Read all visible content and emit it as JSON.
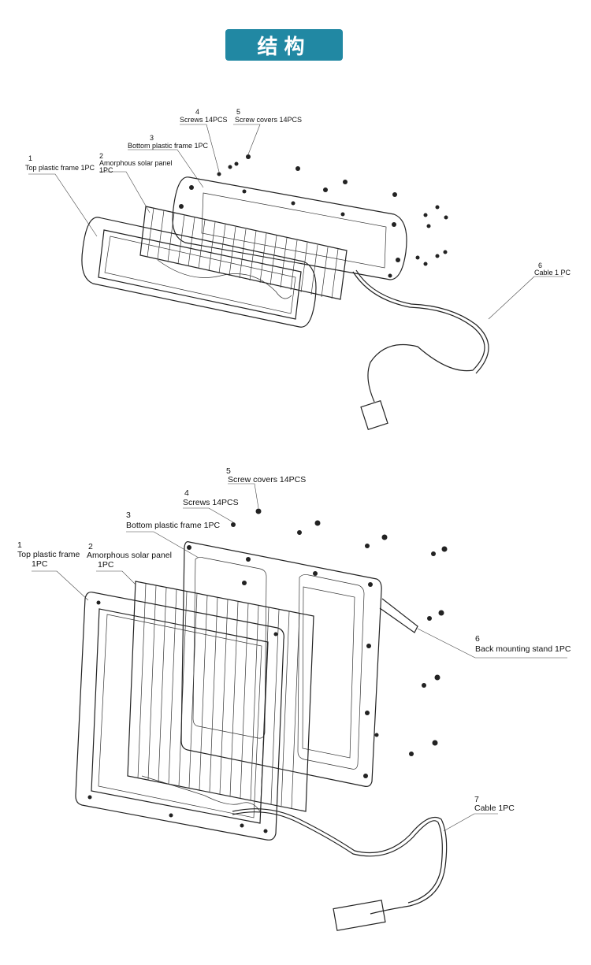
{
  "title": "结构",
  "diagram_top": {
    "labels": [
      {
        "num": "1",
        "text": "Top plastic frame  1PC"
      },
      {
        "num": "2",
        "text": "Amorphous solar panel",
        "text2": "1PC"
      },
      {
        "num": "3",
        "text": "Bottom plastic frame  1PC"
      },
      {
        "num": "4",
        "text": "Screws  14PCS"
      },
      {
        "num": "5",
        "text": "Screw covers  14PCS"
      },
      {
        "num": "6",
        "text": "Cable  1 PC"
      }
    ]
  },
  "diagram_bottom": {
    "labels": [
      {
        "num": "1",
        "text": "Top plastic frame",
        "text2": "1PC"
      },
      {
        "num": "2",
        "text": "Amorphous solar panel",
        "text2": "1PC"
      },
      {
        "num": "3",
        "text": "Bottom plastic frame 1PC"
      },
      {
        "num": "4",
        "text": "Screws 14PCS"
      },
      {
        "num": "5",
        "text": "Screw covers 14PCS"
      },
      {
        "num": "6",
        "text": "Back mounting stand 1PC"
      },
      {
        "num": "7",
        "text": "Cable 1PC"
      }
    ]
  }
}
